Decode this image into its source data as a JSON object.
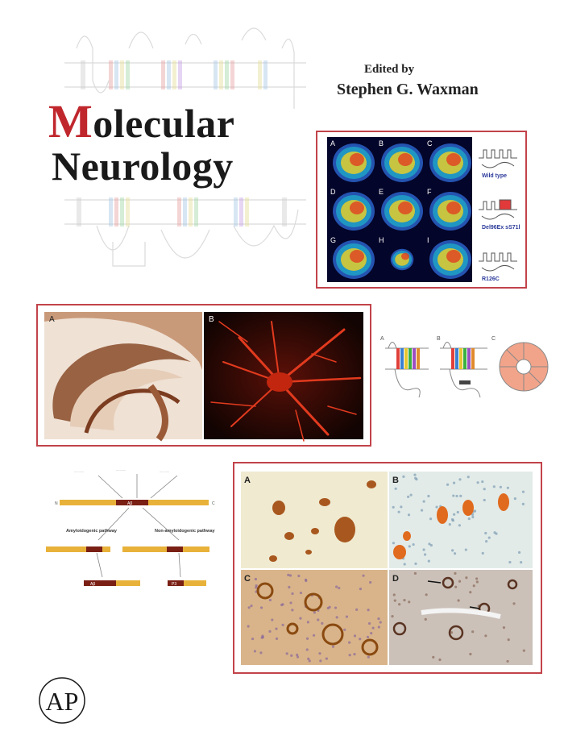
{
  "book": {
    "edited_by": "Edited by",
    "editor": "Stephen G. Waxman",
    "title_first_letter": "M",
    "title_line1_rest": "olecular",
    "title_line2": "Neurology"
  },
  "pet_panel": {
    "labels": [
      "A",
      "B",
      "C",
      "D",
      "E",
      "F",
      "G",
      "H",
      "I"
    ],
    "variants": [
      "Wild type",
      "Del96Ex sS71l",
      "R126C"
    ]
  },
  "histology_panel": {
    "labels": [
      "A",
      "B"
    ]
  },
  "channel_diagram": {
    "labels": [
      "A",
      "B",
      "C"
    ]
  },
  "cells_panel": {
    "labels": [
      "A",
      "B",
      "C",
      "D"
    ]
  },
  "app_diagram": {
    "left_pathway": "Amyloidogenic pathway",
    "right_pathway": "Non-amyloidogenic pathway",
    "top_fragment": "Aβ",
    "bottom_left": "Aβ",
    "bottom_right": "P3"
  },
  "publisher": {
    "logo": "AP"
  },
  "colors": {
    "accent_red": "#c0272d",
    "frame_red": "#c2434a"
  }
}
